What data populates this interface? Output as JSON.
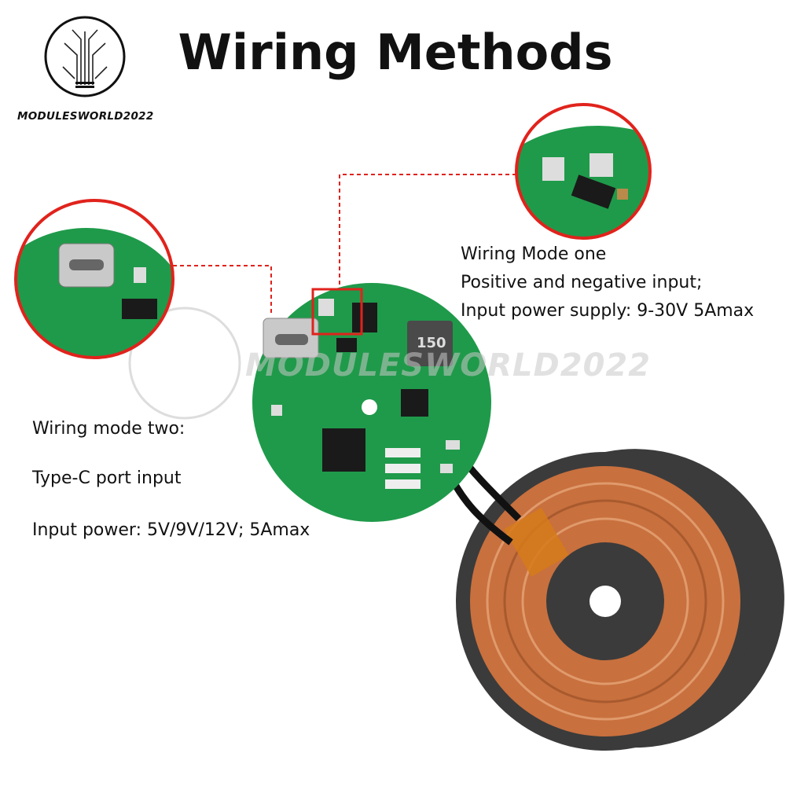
{
  "title": "Wiring Methods",
  "brand": {
    "name": "MODULESWORLD2022"
  },
  "watermark": "MODULESWORLD2022",
  "mode_one": {
    "heading": "Wiring Mode one",
    "line1": "Positive and negative input;",
    "line2": "Input power supply: 9-30V 5Amax"
  },
  "mode_two": {
    "heading": "Wiring mode two:",
    "line1": "Type-C port input",
    "line2": "Input power: 5V/9V/12V; 5Amax"
  },
  "board": {
    "inductor_label": "150"
  },
  "colors": {
    "accent": "#e0231c",
    "pcb": "#1f9a4a",
    "copper": "#c8703e"
  }
}
